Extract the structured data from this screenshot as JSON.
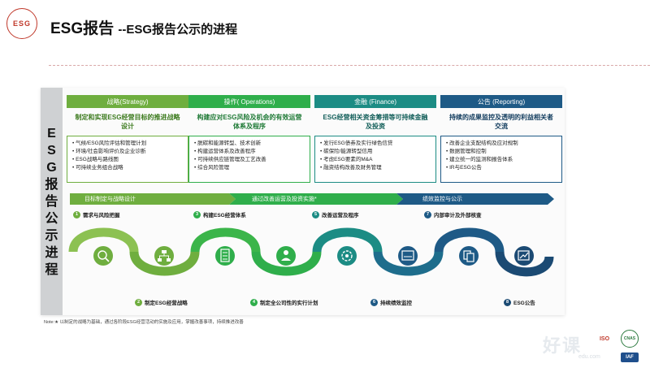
{
  "logo": {
    "text": "ESG"
  },
  "page_title": "ESG报告",
  "page_subtitle": "--ESG报告公示的进程",
  "vertical_label": [
    "E",
    "S",
    "G",
    "报",
    "告",
    "公",
    "示",
    "进",
    "程"
  ],
  "columns": [
    {
      "header": "战略(Strategy)",
      "desc": "制定和实现ESG经营目标的推进战略设计",
      "items": [
        "气候/ESG风险评估和管理计划",
        "环境/社会影响评价及企业诊断",
        "ESG战略与路线图",
        "可持续业务组合战略"
      ]
    },
    {
      "header": "操作( Operations)",
      "desc": "构建应对ESG风险及机会的有效运营体系及程序",
      "items": [
        "脱碳和能源转型、技术创新",
        "构建运营体系及改善程序",
        "可持续供应链管理及工艺改善",
        "综合风险管理"
      ]
    },
    {
      "header": "金融 (Finance)",
      "desc": "ESG经营相关资金筹措等可持续金融及投资",
      "items": [
        "发行ESG债券及实行绿色信贷",
        "碳保险/能源转型信用",
        "考虑ESG要素的M&A",
        "融资结构改善及财务管理"
      ]
    },
    {
      "header": "公告 (Reporting)",
      "desc": "持续的成果监控及透明的利益相关者交流",
      "items": [
        "改善企业支配结构及应对规制",
        "数据管理和控制",
        "建立统一的监测和报告体系",
        "IR与ESG公告"
      ]
    }
  ],
  "phases": [
    "目标制定与战略设计",
    "通过改善运营及投资实施*",
    "绩效监控与公示"
  ],
  "steps": [
    {
      "num": "1",
      "label": "需求与风险把握"
    },
    {
      "num": "2",
      "label": "制定ESG经营战略"
    },
    {
      "num": "3",
      "label": "构建ESG经营体系"
    },
    {
      "num": "4",
      "label": "制定全公司性的实行计划"
    },
    {
      "num": "5",
      "label": "改善运营及程序"
    },
    {
      "num": "6",
      "label": "持续绩效监控"
    },
    {
      "num": "7",
      "label": "内部审计及外部核查"
    },
    {
      "num": "8",
      "label": "ESG公告"
    }
  ],
  "icons": [
    "magnifier-icon",
    "org-chart-icon",
    "building-icon",
    "people-icon",
    "target-gear-icon",
    "dashboard-icon",
    "documents-icon",
    "report-icon"
  ],
  "note": "Note:★ 以制定的战略为基础，通过各阶段ESG经营活动的实施及应用，掌握改善事项，持续推进改善",
  "watermark": {
    "main": "好课",
    "sub": "edu.com"
  },
  "certs": {
    "iso": "ISO",
    "cnas": "CNAS",
    "iaf": "IAF"
  },
  "colors": {
    "green_light": "#6fae3f",
    "green": "#2fae4b",
    "teal": "#1c8c84",
    "navy": "#1e5a86"
  }
}
